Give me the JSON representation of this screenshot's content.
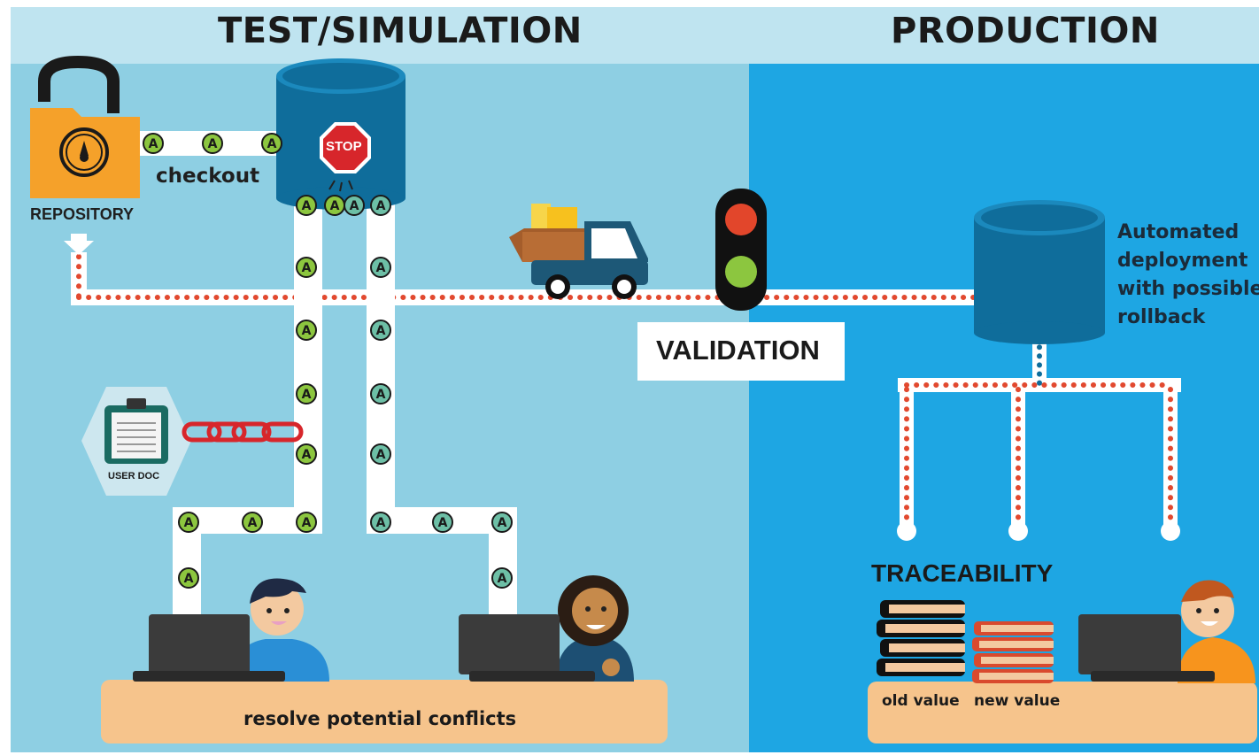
{
  "sections": {
    "test_title": "TEST/SIMULATION",
    "production_title": "PRODUCTION"
  },
  "labels": {
    "repository": "REPOSITORY",
    "checkout": "checkout",
    "stop": "STOP",
    "validation": "VALIDATION",
    "automated_deployment": [
      "Automated",
      "deployment",
      "with possible",
      "rollback"
    ],
    "user_doc": "USER DOC",
    "traceability": "TRACEABILITY",
    "old_value": "old value",
    "new_value": "new value",
    "resolve_conflicts": "resolve potential conflicts",
    "token_letter": "A"
  },
  "colors": {
    "test_bg": "#8ecfe3",
    "header_bg": "#bfe4f0",
    "production_bg": "#1ea6e3",
    "repository_orange": "#f5a12a",
    "db_blue": "#0f6d9b",
    "path_white": "#ffffff",
    "dots_red": "#e2492f",
    "stop_red": "#d7262b",
    "token_green": "#8cc63f",
    "token_teal": "#6dbfa6",
    "desk": "#f6c48c"
  }
}
